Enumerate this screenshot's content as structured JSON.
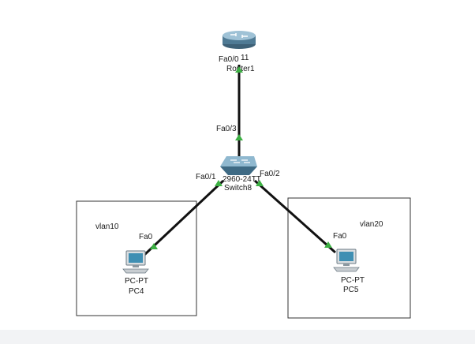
{
  "colors": {
    "link": "#111111",
    "port_up": "#3cb043",
    "box_border": "#333333",
    "router_body": "#4f7a94",
    "switch_body": "#5a8aa6",
    "pc_screen": "#3f8fb3"
  },
  "router": {
    "icon": "router-icon",
    "label_overlap": "11",
    "name": "Router1"
  },
  "switch": {
    "icon": "switch-icon",
    "model": "2960-24TT",
    "name": "Switch8"
  },
  "pc4": {
    "icon": "pc-icon",
    "type": "PC-PT",
    "name": "PC4",
    "port": "Fa0"
  },
  "pc5": {
    "icon": "pc-icon",
    "type": "PC-PT",
    "name": "PC5",
    "port": "Fa0"
  },
  "ports": {
    "router_fa00": "Fa0/0",
    "switch_fa03": "Fa0/3",
    "switch_fa01": "Fa0/1",
    "switch_fa02": "Fa0/2"
  },
  "areas": {
    "left_label": "vlan10",
    "right_label": "vlan20"
  }
}
